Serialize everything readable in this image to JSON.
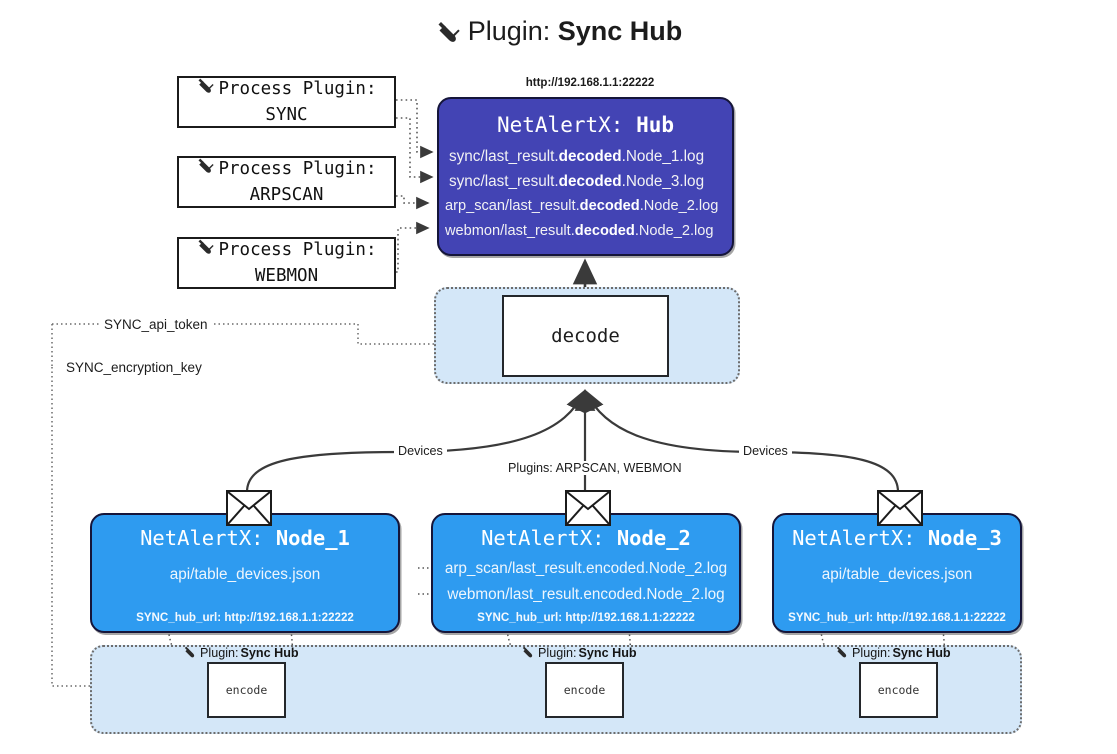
{
  "title": {
    "icon": "plug-icon",
    "prefix": "Plugin: ",
    "name": "Sync Hub"
  },
  "process_plugins": [
    {
      "icon": "plug-icon",
      "line1": "Process Plugin:",
      "line2": "SYNC"
    },
    {
      "icon": "plug-icon",
      "line1": "Process Plugin:",
      "line2": "ARPSCAN"
    },
    {
      "icon": "plug-icon",
      "line1": "Process Plugin:",
      "line2": "WEBMON"
    }
  ],
  "hub": {
    "url": "http://192.168.1.1:22222",
    "title_prefix": "NetAlertX: ",
    "title_name": "Hub",
    "logs": [
      {
        "pre": "sync/last_result.",
        "mid": "decoded",
        "post": ".Node_1.log"
      },
      {
        "pre": "sync/last_result.",
        "mid": "decoded",
        "post": ".Node_3.log"
      },
      {
        "pre": "arp_scan/last_result.",
        "mid": "decoded",
        "post": ".Node_2.log"
      },
      {
        "pre": "webmon/last_result.",
        "mid": "decoded",
        "post": ".Node_2.log"
      }
    ]
  },
  "decode": {
    "label": "decode"
  },
  "tokens": {
    "api_token": "SYNC_api_token",
    "encryption_key": "SYNC_encryption_key"
  },
  "edge_labels": {
    "devices_left": "Devices",
    "devices_right": "Devices",
    "plugins": "Plugins: ARPSCAN, WEBMON"
  },
  "nodes": [
    {
      "icon": "envelope-icon",
      "title_prefix": "NetAlertX: ",
      "title_name": "Node_1",
      "lines": [
        "api/table_devices.json"
      ],
      "hub_url": "SYNC_hub_url: http://192.168.1.1:22222"
    },
    {
      "icon": "envelope-icon",
      "title_prefix": "NetAlertX: ",
      "title_name": "Node_2",
      "lines": [
        "arp_scan/last_result.encoded.Node_2.log",
        "webmon/last_result.encoded.Node_2.log"
      ],
      "hub_url": "SYNC_hub_url: http://192.168.1.1:22222"
    },
    {
      "icon": "envelope-icon",
      "title_prefix": "NetAlertX: ",
      "title_name": "Node_3",
      "lines": [
        "api/table_devices.json"
      ],
      "hub_url": "SYNC_hub_url: http://192.168.1.1:22222"
    }
  ],
  "encoders": [
    {
      "icon": "plug-icon",
      "label_prefix": "Plugin: ",
      "label_name": "Sync Hub",
      "box": "encode"
    },
    {
      "icon": "plug-icon",
      "label_prefix": "Plugin: ",
      "label_name": "Sync Hub",
      "box": "encode"
    },
    {
      "icon": "plug-icon",
      "label_prefix": "Plugin: ",
      "label_name": "Sync Hub",
      "box": "encode"
    }
  ],
  "colors": {
    "hub_fill": "#4344b4",
    "node_fill": "#2e9bf0",
    "group_fill": "#d4e7f8",
    "stroke": "#15153a",
    "edge": "#3a3a3a"
  }
}
